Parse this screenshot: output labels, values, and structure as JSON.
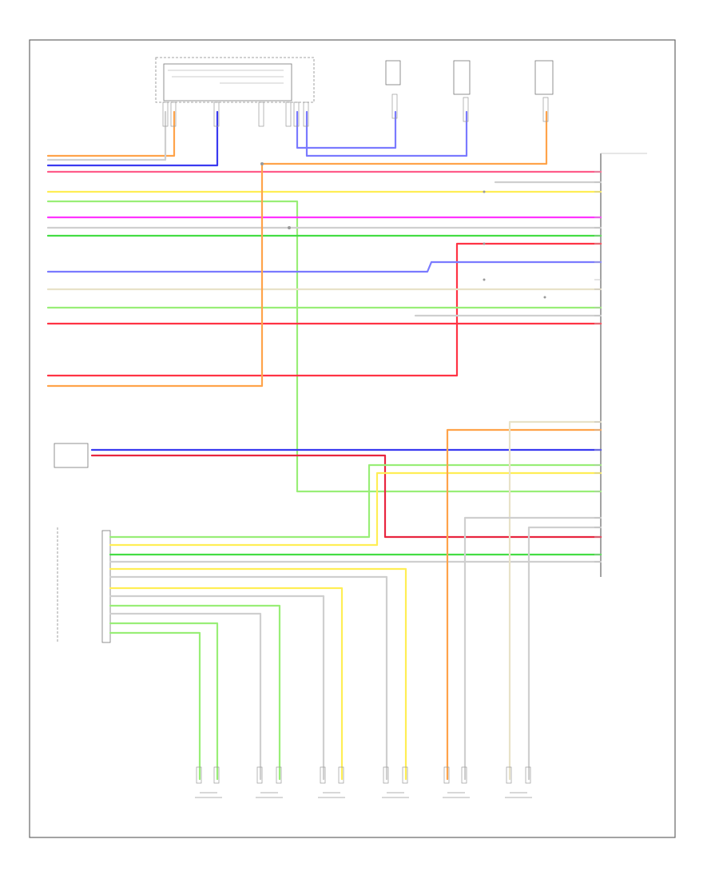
{
  "colors": {
    "red": "#ff3344",
    "pink": "#ff5c8a",
    "magenta": "#ff33ff",
    "orange": "#ffa34a",
    "blue": "#3a3af0",
    "light_blue": "#7a7aff",
    "yellow": "#ffee55",
    "green": "#44dd44",
    "light_green": "#99ee77",
    "gray": "#cfcfcf",
    "tan": "#e8e2c8",
    "dark_red": "#e8253f"
  },
  "wires": [
    {
      "name": "wire-orange-top",
      "color_key": "orange"
    },
    {
      "name": "wire-pink",
      "color_key": "pink"
    },
    {
      "name": "wire-yellow-1",
      "color_key": "yellow"
    },
    {
      "name": "wire-magenta",
      "color_key": "magenta"
    },
    {
      "name": "wire-gray",
      "color_key": "gray"
    },
    {
      "name": "wire-green-1",
      "color_key": "green"
    },
    {
      "name": "wire-blue-1",
      "color_key": "blue"
    },
    {
      "name": "wire-tan",
      "color_key": "tan"
    },
    {
      "name": "wire-lightgreen-1",
      "color_key": "light_green"
    },
    {
      "name": "wire-red-1",
      "color_key": "red"
    },
    {
      "name": "wire-red-2",
      "color_key": "red"
    },
    {
      "name": "wire-orange-vert",
      "color_key": "orange"
    },
    {
      "name": "wire-blue-2",
      "color_key": "blue"
    },
    {
      "name": "wire-red-3",
      "color_key": "dark_red"
    },
    {
      "name": "wire-lightgreen-long",
      "color_key": "light_green"
    },
    {
      "name": "wire-lightgreen-2",
      "color_key": "light_green"
    },
    {
      "name": "wire-yellow-2",
      "color_key": "yellow"
    },
    {
      "name": "wire-green-2",
      "color_key": "green"
    },
    {
      "name": "wire-orange-rr",
      "color_key": "orange"
    },
    {
      "name": "wire-tan-lr",
      "color_key": "tan"
    },
    {
      "name": "wire-lightgreen-ft",
      "color_key": "light_green"
    }
  ]
}
